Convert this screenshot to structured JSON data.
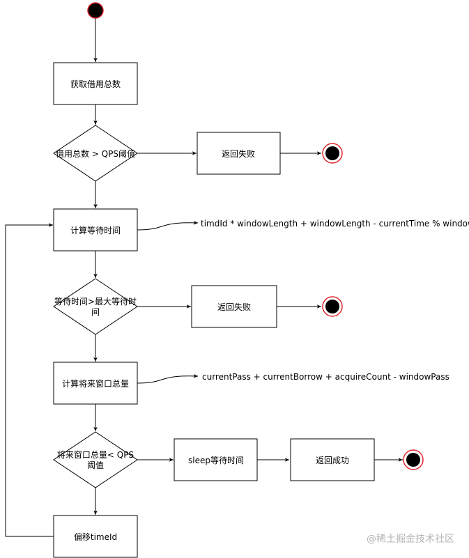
{
  "nodes": {
    "get_total": "获取借用总数",
    "check_qps": "借用总数 > QPS阈值",
    "return_fail_1": "返回失败",
    "calc_wait": "计算等待时间",
    "check_wait_line1": "等待时间>最大等待时",
    "check_wait_line2": "间",
    "return_fail_2": "返回失败",
    "calc_future": "计算将来窗口总量",
    "check_future_line1": "将来窗口总量< QPS",
    "check_future_line2": "阈值",
    "sleep_wait": "sleep等待时间",
    "return_success": "返回成功",
    "offset_timeid": "偏移timeId"
  },
  "notes": {
    "wait_formula": "timdId * windowLength + windowLength - currentTime % windowLength",
    "future_formula": "currentPass + currentBorrow + acquireCount - windowPass"
  },
  "watermark": "@稀土掘金技术社区",
  "colors": {
    "stroke": "#000000",
    "start_fill": "#000000",
    "end_ring": "#e0262b",
    "watermark": "#b5b5b5"
  }
}
